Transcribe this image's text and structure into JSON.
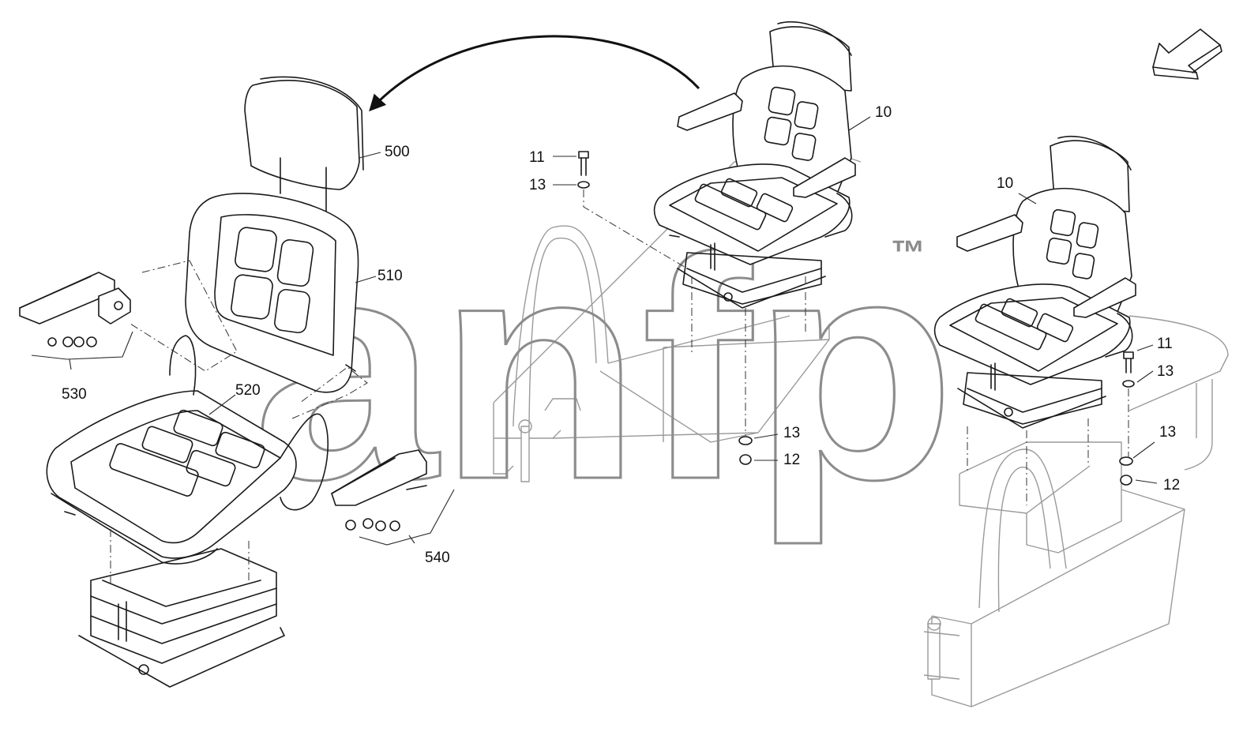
{
  "watermark": {
    "text": "anfp",
    "trademark": "™"
  },
  "callouts": {
    "c500": "500",
    "c510": "510",
    "c520": "520",
    "c530": "530",
    "c540": "540",
    "c10a": "10",
    "c10b": "10",
    "c11a": "11",
    "c11b": "11",
    "c13a": "13",
    "c13b": "13",
    "c13c": "13",
    "c13d": "13",
    "c12a": "12",
    "c12b": "12"
  },
  "colors": {
    "line": "#1a1a1a",
    "frame": "#9a9a9a",
    "watermark": "#8c8c8c"
  },
  "icons": [
    "orientation-arrow-icon",
    "transfer-arrow-icon"
  ]
}
